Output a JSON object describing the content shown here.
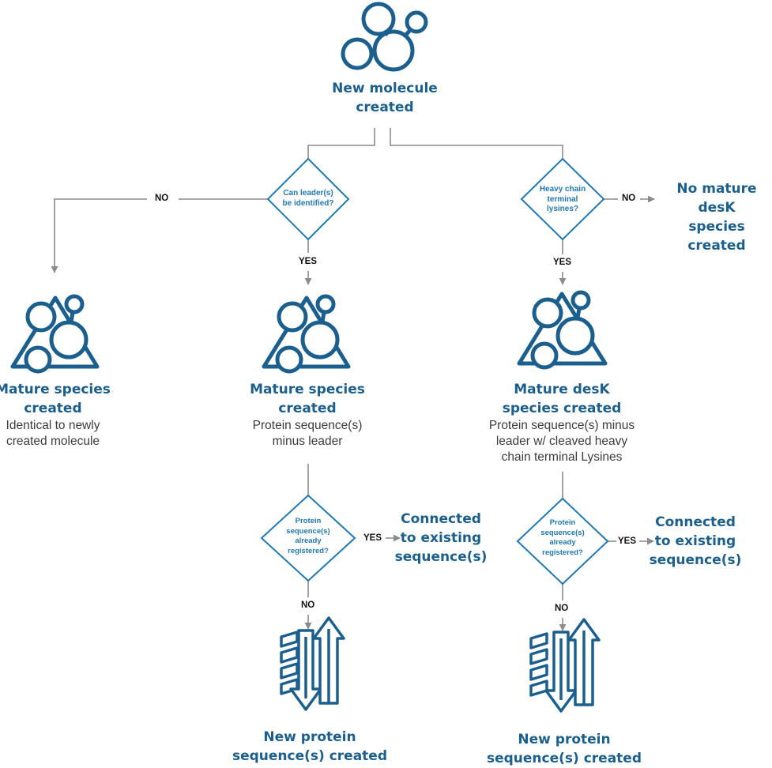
{
  "colors": {
    "primary": "#1a5f8e",
    "diamond": "#1f79b5",
    "line": "#8c8c8c",
    "text": "#3c3c3c"
  },
  "icons": {
    "molecule": "molecule-icon",
    "species": "mature-species-icon",
    "protein": "protein-structure-icon"
  },
  "nodes": {
    "new_molecule": [
      "New molecule",
      "created"
    ],
    "mature_left": {
      "title": [
        "Mature species",
        "created"
      ],
      "desc": [
        "Identical to newly",
        "created molecule"
      ]
    },
    "mature_center": {
      "title": [
        "Mature species",
        "created"
      ],
      "desc": [
        "Protein sequence(s)",
        "minus leader"
      ]
    },
    "mature_desk": {
      "title": [
        "Mature desK",
        "species created"
      ],
      "desc": [
        "Protein sequence(s) minus",
        "leader w/ cleaved heavy",
        "chain terminal Lysines"
      ]
    },
    "no_mature_desk": [
      "No mature desK",
      "species created"
    ],
    "connected_center": [
      "Connected",
      "to existing",
      "sequence(s)"
    ],
    "connected_right": [
      "Connected",
      "to existing",
      "sequence(s)"
    ],
    "new_protein_center": [
      "New protein",
      "sequence(s) created"
    ],
    "new_protein_right": [
      "New protein",
      "sequence(s) created"
    ]
  },
  "decisions": {
    "leader": [
      "Can leader(s)",
      "be identified?"
    ],
    "lysines": [
      "Heavy chain",
      "terminal",
      "lysines?"
    ],
    "registered_center": [
      "Protein",
      "sequence(s)",
      "already",
      "registered?"
    ],
    "registered_right": [
      "Protein",
      "sequence(s)",
      "already",
      "registered?"
    ]
  },
  "labels": {
    "no": "NO",
    "yes": "YES"
  }
}
